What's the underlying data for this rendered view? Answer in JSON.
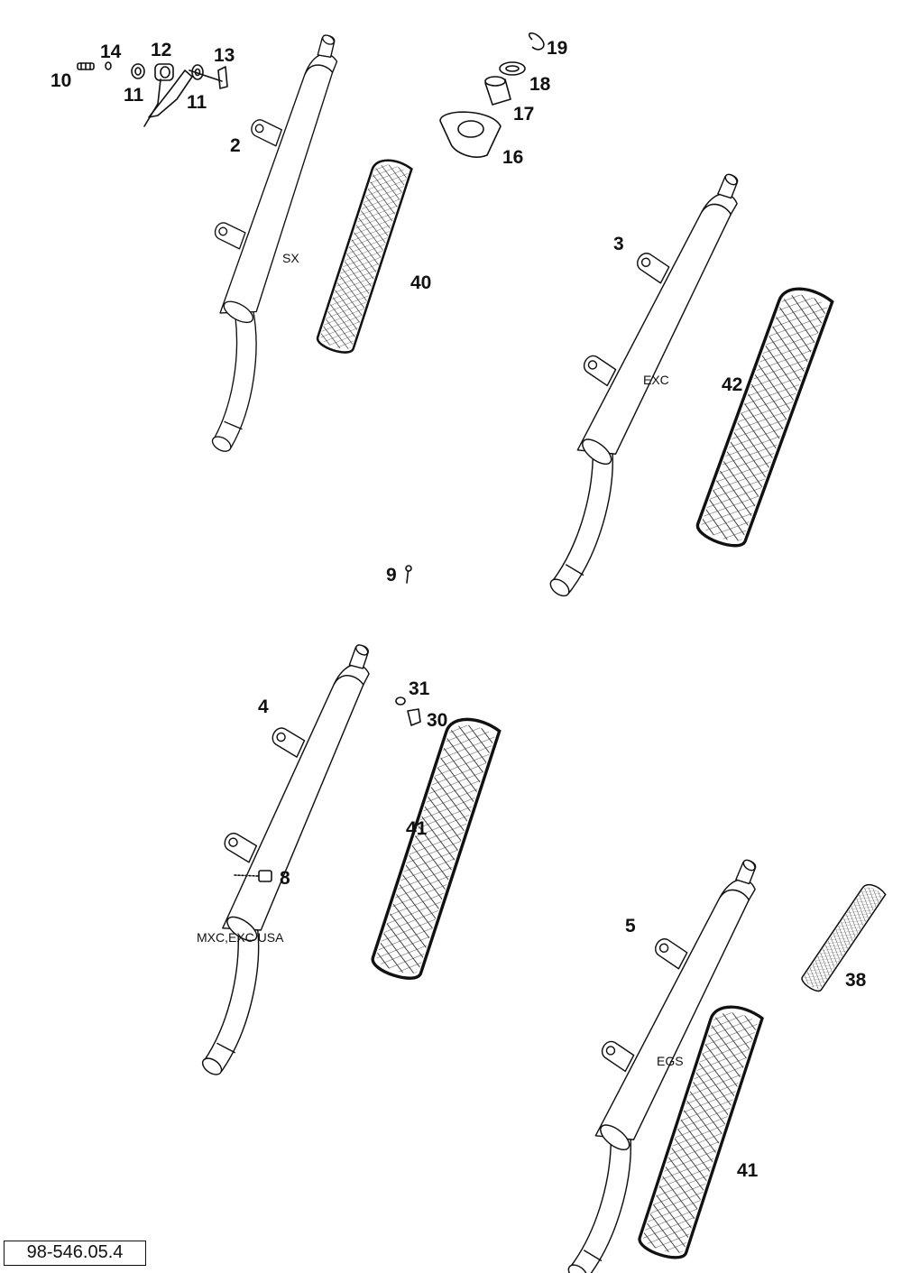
{
  "diagram": {
    "reference_code": "98-546.05.4",
    "callouts": {
      "c2": "2",
      "c3": "3",
      "c4": "4",
      "c5": "5",
      "c8": "8",
      "c9": "9",
      "c10": "10",
      "c11a": "11",
      "c11b": "11",
      "c12": "12",
      "c13": "13",
      "c14": "14",
      "c16": "16",
      "c17": "17",
      "c18": "18",
      "c19": "19",
      "c30": "30",
      "c31": "31",
      "c38": "38",
      "c40": "40",
      "c41a": "41",
      "c41b": "41",
      "c42": "42"
    },
    "variants": {
      "sx": "SX",
      "exc": "EXC",
      "mxc": "MXC,EXC USA",
      "egs": "EGS"
    }
  }
}
